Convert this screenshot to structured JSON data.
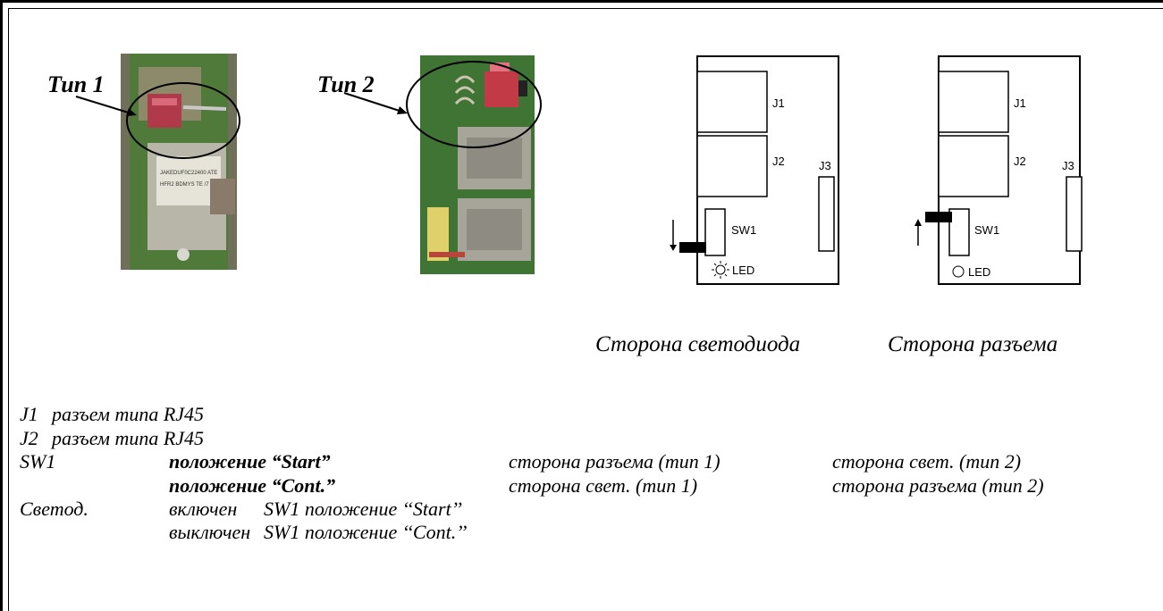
{
  "labels": {
    "type1": "Тип 1",
    "type2": "Тип 2"
  },
  "diagrams": {
    "led_side": {
      "j1": "J1",
      "j2": "J2",
      "j3": "J3",
      "sw1": "SW1",
      "led": "LED",
      "caption": "Сторона светодиода"
    },
    "connector_side": {
      "j1": "J1",
      "j2": "J2",
      "j3": "J3",
      "sw1": "SW1",
      "led": "LED",
      "caption": "Сторона разъема"
    }
  },
  "legend": {
    "j1_name": "J1",
    "j1_desc": "разъем типа  RJ45",
    "j2_name": "J2",
    "j2_desc": "разъем типа RJ45",
    "sw1_name": "SW1",
    "sw1_start_pos": "положение  “Start”",
    "sw1_start_type1": "сторона разъема (тип 1)",
    "sw1_start_type2": "сторона свет. (тип 2)",
    "sw1_cont_pos": "положение “Cont.”",
    "sw1_cont_type1": "сторона свет. (тип 1)",
    "sw1_cont_type2": "сторона разъема (тип 2)",
    "led_name": "Светод.",
    "led_on": "включен",
    "led_on_sw": "SW1  положение ‘‘Start’’",
    "led_off": "выключен",
    "led_off_sw": "SW1  положение ‘‘Cont.’’"
  },
  "photo_label_text": {
    "type1_label": "JAKEDUF0C22400 ATE",
    "type1_label2": "HFR2 BDMYS TE /7"
  }
}
